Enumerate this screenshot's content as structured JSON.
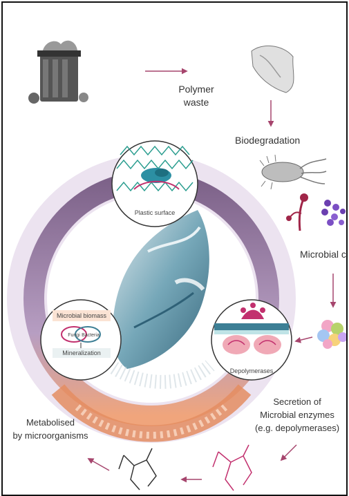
{
  "labels": {
    "polymer_waste": "Polymer\nwaste",
    "biodegradation": "Biodegradation",
    "microbial_cells": "Microbial ce",
    "secretion": "Secretion of\nMicrobial enzymes\n(e.g. depolymerases)",
    "metabolised": "Metabolised\nby microorganisms",
    "plastic_surface": "Plastic surface",
    "depolymerases": "Depolymerases",
    "microbial_biomass": "Microbial biomass",
    "mineralization": "Mineralization",
    "fungi": "Fungi",
    "bacteria": "Bacteria"
  },
  "colors": {
    "ring_purple": "#8b7096",
    "ring_lavender": "#d9cde0",
    "ring_orange": "#e9a57e",
    "arrow": "#a6456d",
    "plastic": "#6fa3b5",
    "enzyme": "#c2306e"
  },
  "icons": [
    "trash-bin-icon",
    "plastic-bag-icon",
    "bacterium-icon",
    "fungus-icon",
    "bacteria-cluster-icon",
    "cell-cluster-icon",
    "polymer-chain-icon"
  ]
}
